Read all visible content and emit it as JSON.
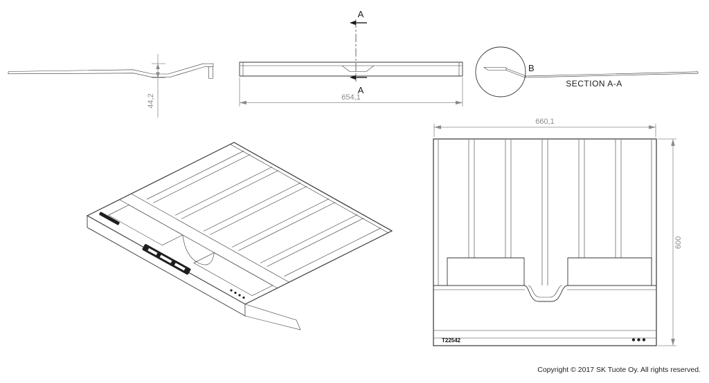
{
  "palette": {
    "background": "#ffffff",
    "edge_line": "#333333",
    "dimension_color": "#8a8a8a",
    "label_color": "#1a1a1a"
  },
  "views": {
    "side": {
      "height_dim": "44,2"
    },
    "front": {
      "width_dim": "654,1",
      "section_arrow_top_label": "A",
      "section_arrow_bottom_label": "A"
    },
    "detail_section": {
      "detail_label": "B",
      "title": "SECTION A-A"
    },
    "plan": {
      "width_dim": "660,1",
      "depth_dim": "600",
      "part_number": "T22542"
    }
  },
  "footer": {
    "copyright": "Copyright © 2017 SK Tuote Oy. All rights reserved."
  }
}
